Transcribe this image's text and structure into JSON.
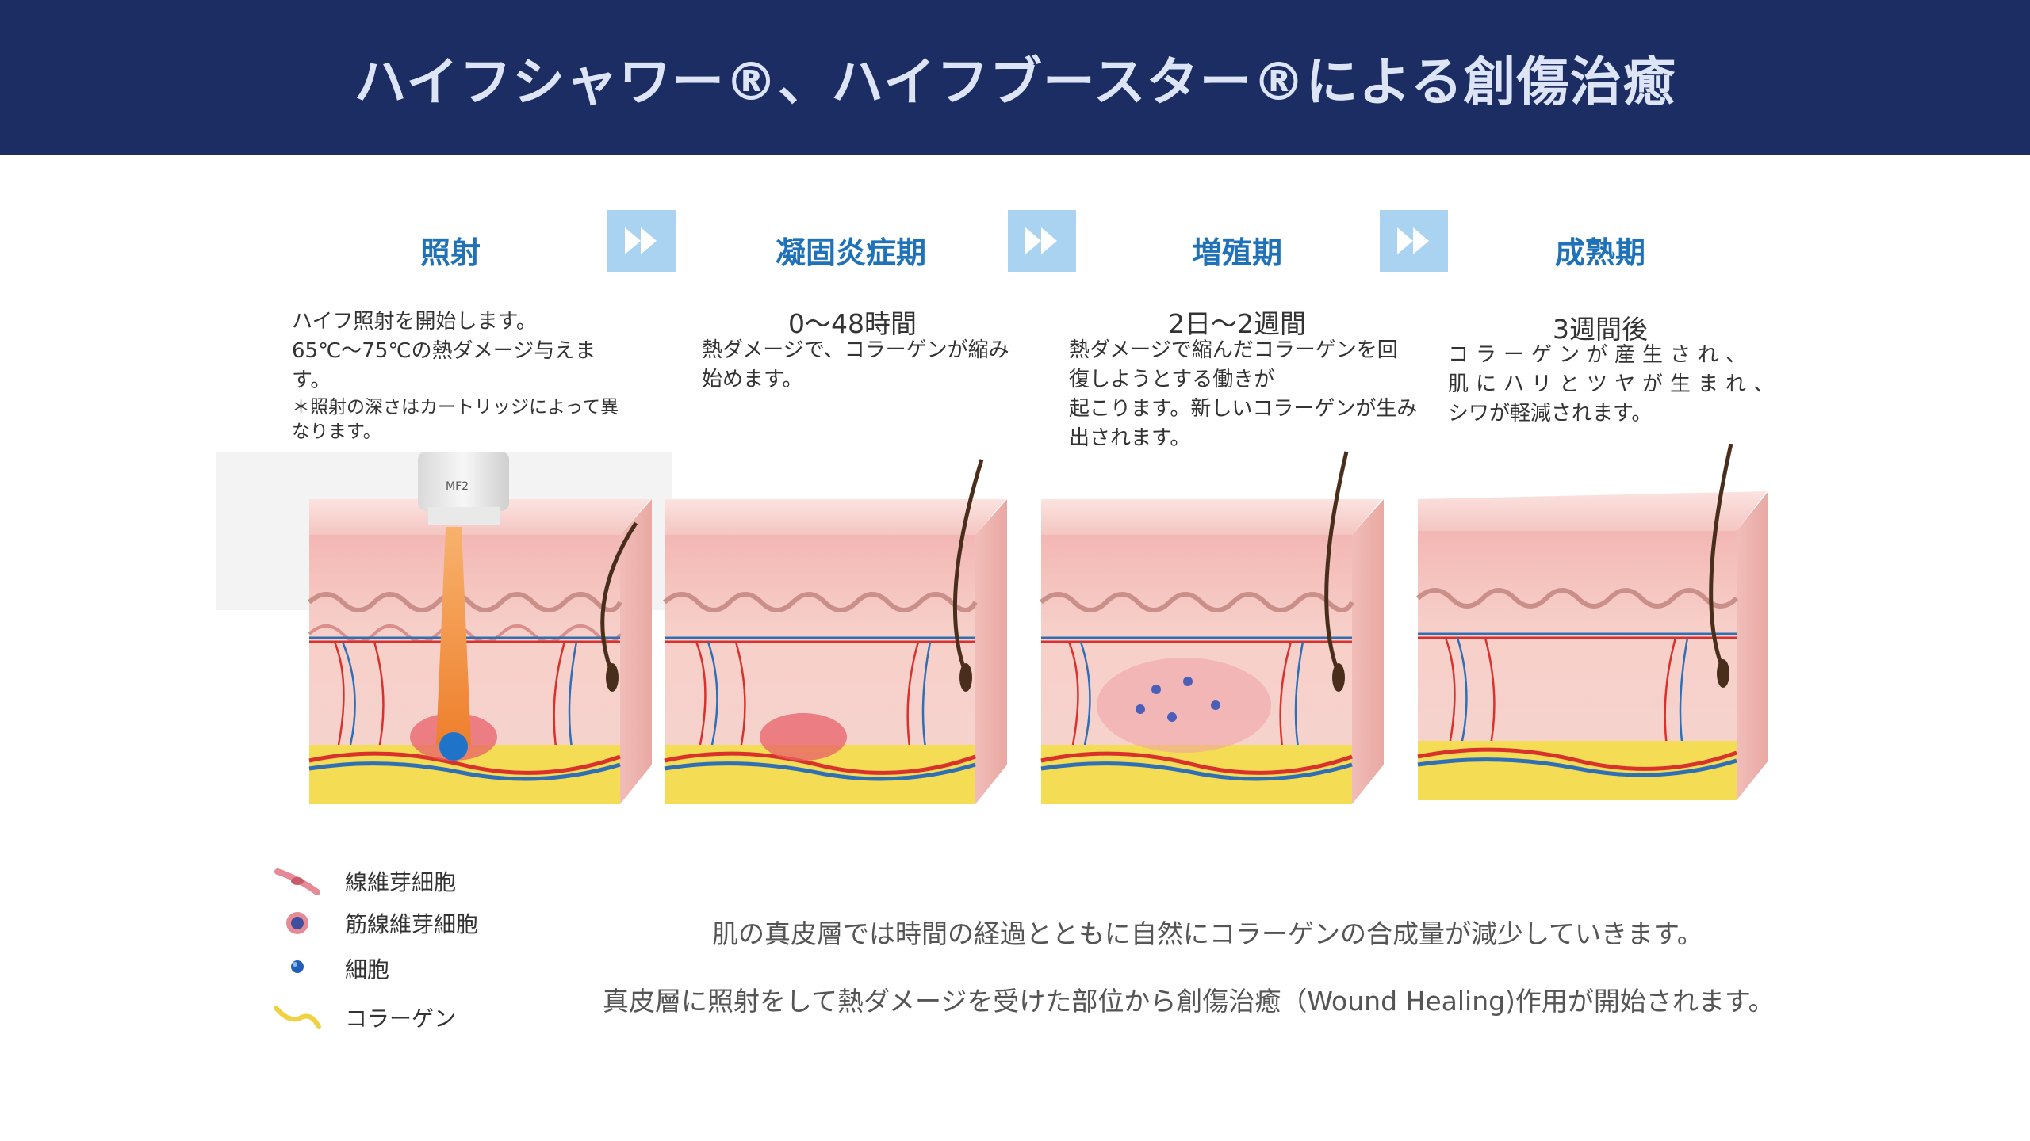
{
  "header": {
    "title": "ハイフシャワー®、ハイフブースター®による創傷治癒"
  },
  "stages": [
    {
      "title": "照射",
      "desc": [
        "ハイフ照射を開始します。",
        "65℃～75℃の熱ダメージ与えま",
        "す。"
      ],
      "note": [
        "＊照射の深さはカートリッジによって異",
        "なります。"
      ],
      "device_label": "MF2"
    },
    {
      "title": "凝固炎症期",
      "time": "0～48時間",
      "desc": [
        "熱ダメージで、コラーゲンが縮み",
        "始めます。"
      ]
    },
    {
      "title": "増殖期",
      "time": "2日～2週間",
      "desc": [
        "熱ダメージで縮んだコラーゲンを回",
        "復しようとする働きが",
        "起こります。新しいコラーゲンが生み",
        "出されます。"
      ]
    },
    {
      "title": "成熟期",
      "time": "3週間後",
      "desc": [
        "コラーゲンが産生され、",
        "肌にハリとツヤが生まれ、",
        "シワが軽減されます。"
      ]
    }
  ],
  "legend": [
    {
      "label": "線維芽細胞",
      "icon": "fibroblast-icon"
    },
    {
      "label": "筋線維芽細胞",
      "icon": "myofibroblast-icon"
    },
    {
      "label": "細胞",
      "icon": "cell-icon"
    },
    {
      "label": "コラーゲン",
      "icon": "collagen-icon"
    }
  ],
  "bottom": {
    "line1": "肌の真皮層では時間の経過とともに自然にコラーゲンの合成量が減少していきます。",
    "line2": "真皮層に照射をして熱ダメージを受けた部位から創傷治癒（Wound Healing)作用が開始されます。"
  },
  "colors": {
    "header_bg": "#1b2d62",
    "title_text": "#dce4f5",
    "stage_title": "#1f71b8",
    "arrow_box": "#a9d3f1",
    "beam": "#f39a4a",
    "focus_dot": "#1f73c9"
  }
}
